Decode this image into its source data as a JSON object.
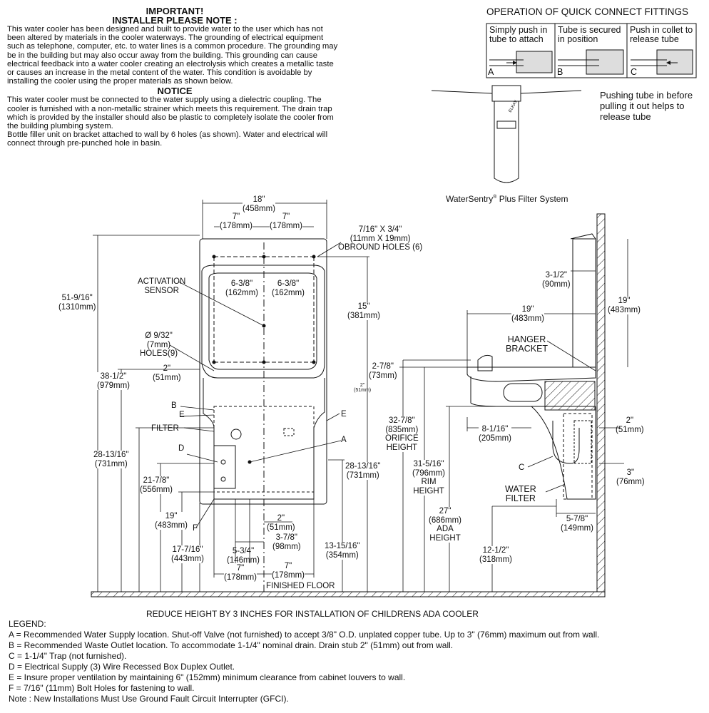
{
  "important": {
    "title1": "IMPORTANT!",
    "title2": "INSTALLER PLEASE NOTE :",
    "body": "This water cooler has been designed and built to provide water to the user which has not been altered by materials in the cooler waterways. The grounding of electrical equipment such as telephone, computer, etc. to water lines is a common procedure. The grounding may be in the building but may also occur away from the building. This grounding can cause electrical feedback into a water cooler creating an electrolysis which creates a metallic taste or causes an increase in the metal content of the water. This condition is avoidable by installing the cooler using the proper materials as shown below.",
    "notice_title": "NOTICE",
    "notice_body": "This water cooler must be connected to the water supply using a dielectric coupling. The cooler is furnished with a non-metallic strainer which meets this requirement. The drain trap which is provided by the installer should also be plastic to completely isolate the cooler from the building plumbing system.",
    "bracket_note": "Bottle filler unit on bracket attached to wall by 6 holes (as shown). Water and electrical will connect through pre-punched hole in basin."
  },
  "quick_connect": {
    "title": "OPERATION OF QUICK CONNECT FITTINGS",
    "panels": [
      {
        "text": "Simply push in\ntube to attach",
        "letter": "A"
      },
      {
        "text": "Tube is secured\nin position",
        "letter": "B"
      },
      {
        "text": "Push in collet to\nrelease tube",
        "letter": "C"
      }
    ],
    "note": "Pushing tube in before\npulling it out helps to\nrelease tube"
  },
  "filter_system": {
    "caption": "WaterSentry",
    "reg": "®",
    "caption_tail": " Plus Filter System",
    "brand": "ELKAY"
  },
  "front_view": {
    "width_total": "18\"\n(458mm)",
    "half_left": "7\"\n(178mm)",
    "half_right": "7\"\n(178mm)",
    "oblong": "7/16\" X 3/4\"\n(11mm X 19mm)\nOBROUND HOLES (6)",
    "activation": "ACTIVATION\nSENSOR",
    "sensor_left": "6-3/8\"\n(162mm)",
    "sensor_right": "6-3/8\"\n(162mm)",
    "height_total": "51-9/16\"\n(1310mm)",
    "h15": "15\"\n(381mm)",
    "holes": "Ø 9/32\"\n(7mm)\nHOLES(9)",
    "two_in": "2\"\n(51mm)",
    "two78": "2-7/8\"\n(73mm)",
    "two_small": "2\"\n(51mm)",
    "h385": "38-1/2\"\n(979mm)",
    "b": "B",
    "e_left": "E",
    "e_right": "E",
    "filter": "FILTER",
    "a": "A",
    "d": "D",
    "h2813_left": "28-13/16\"\n(731mm)",
    "h2813_right": "28-13/16\"\n(731mm)",
    "h2178": "21-7/8\"\n(556mm)",
    "h19": "19\"\n(483mm)",
    "f": "F",
    "two_bottom": "2\"\n(51mm)",
    "three78": "3-7/8\"\n(98mm)",
    "h17716": "17-7/16\"\n(443mm)",
    "five34": "5-3/4\"\n(146mm)",
    "h131516": "13-15/16\"\n(354mm)",
    "seven_l": "7\"\n(178mm)",
    "seven_r": "7\"\n(178mm)",
    "floor": "FINISHED FLOOR"
  },
  "side_view": {
    "three12": "3-1/2\"\n(90mm)",
    "h19": "19\"\n(483mm)",
    "w19": "19\"\n(483mm)",
    "hanger": "HANGER\nBRACKET",
    "orifice": "32-7/8\"\n(835mm)\nORIFICE\nHEIGHT",
    "rim": "31-5/16\"\n(796mm)\nRIM\nHEIGHT",
    "ada": "27\"\n(686mm)\nADA\nHEIGHT",
    "eight116": "8-1/16\"\n(205mm)",
    "two": "2\"\n(51mm)",
    "three": "3\"\n(76mm)",
    "c": "C",
    "water_filter": "WATER\nFILTER",
    "five78": "5-7/8\"\n(149mm)",
    "h1212": "12-1/2\"\n(318mm)"
  },
  "reduce_note": "REDUCE HEIGHT BY 3 INCHES FOR INSTALLATION OF CHILDRENS ADA COOLER",
  "legend": [
    "LEGEND:",
    "A = Recommended Water Supply location. Shut-off Valve (not furnished) to accept 3/8\" O.D. unplated copper tube. Up to 3\" (76mm) maximum out from wall.",
    "B = Recommended Waste Outlet location. To accommodate 1-1/4\" nominal drain. Drain stub 2\" (51mm) out from wall.",
    "C = 1-1/4\" Trap (not furnished).",
    "D = Electrical Supply (3) Wire Recessed Box Duplex Outlet.",
    "E = Insure proper ventilation by maintaining 6\" (152mm) minimum clearance from cabinet louvers to wall.",
    "F = 7/16\" (11mm) Bolt Holes for fastening to wall.",
    "Note : New Installations Must Use Ground Fault Circuit Interrupter (GFCI)."
  ]
}
